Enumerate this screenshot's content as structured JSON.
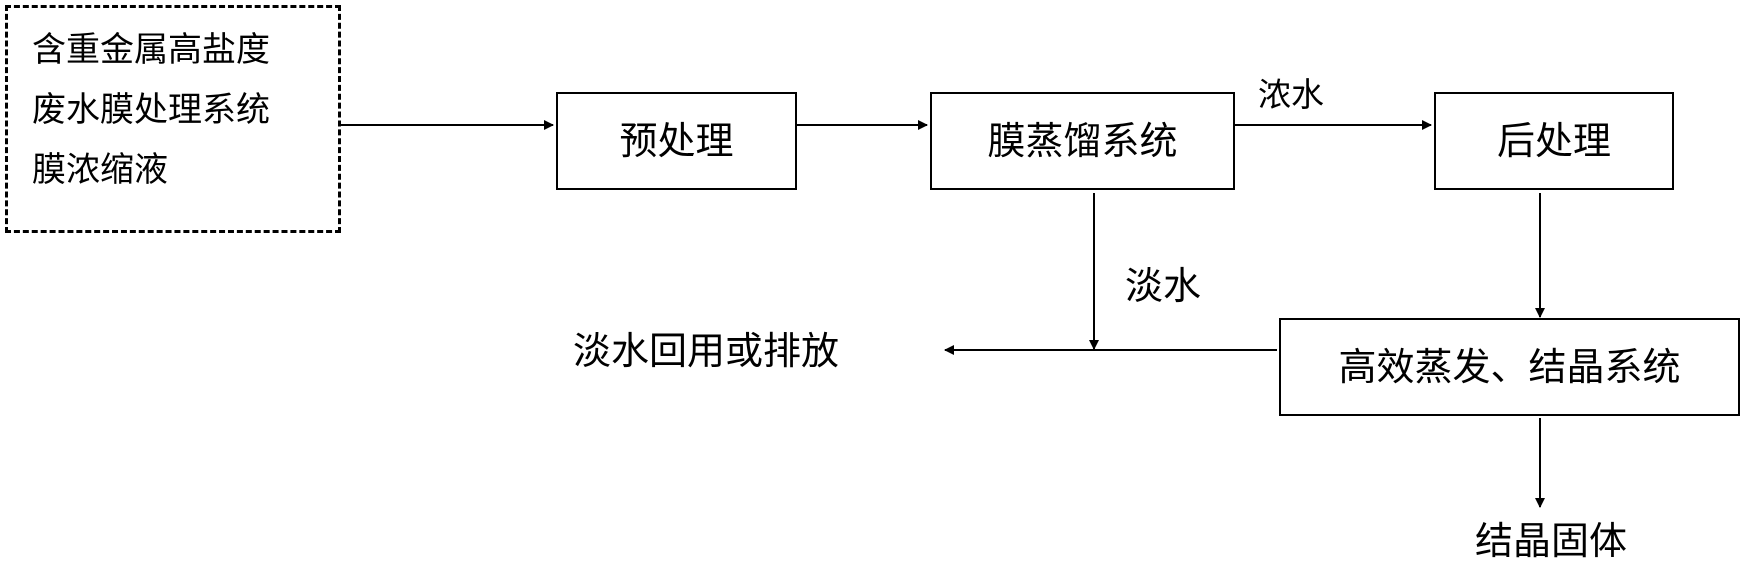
{
  "source": {
    "lines": [
      "含重金属高盐度",
      "废水膜处理系统",
      "膜浓缩液"
    ]
  },
  "nodes": {
    "pretreatment": "预处理",
    "membrane_distillation": "膜蒸馏系统",
    "post_treatment": "后处理",
    "evaporation_crystallization": "高效蒸发、结晶系统"
  },
  "edge_labels": {
    "concentrate": "浓水",
    "fresh_water": "淡水"
  },
  "outputs": {
    "fresh_water_reuse": "淡水回用或排放",
    "crystal_solid": "结晶固体"
  }
}
